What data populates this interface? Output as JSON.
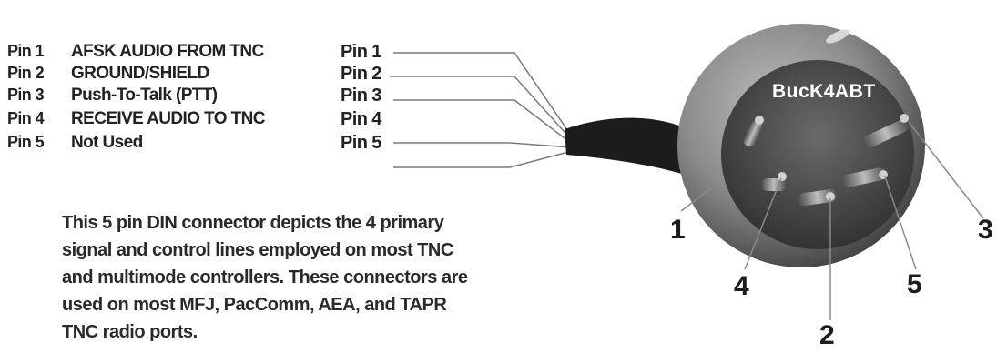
{
  "pins": [
    {
      "label": "Pin 1",
      "description": "AFSK AUDIO FROM TNC",
      "ref": "Pin 1"
    },
    {
      "label": "Pin 2",
      "description": "GROUND/SHIELD",
      "ref": "Pin 2"
    },
    {
      "label": "Pin 3",
      "description": "Push-To-Talk (PTT)",
      "ref": "Pin 3"
    },
    {
      "label": "Pin 4",
      "description": "RECEIVE AUDIO TO TNC",
      "ref": "Pin 4"
    },
    {
      "label": "Pin 5",
      "description": "Not Used",
      "ref": "Pin 5"
    }
  ],
  "description_lines": [
    "This 5 pin DIN connector depicts the 4 primary",
    "signal and control lines employed on most TNC",
    "and multimode controllers.  These connectors are",
    "used on most MFJ, PacComm, AEA, and TAPR",
    "TNC radio ports."
  ],
  "connector": {
    "brand": "BucK4ABT",
    "callouts": [
      "1",
      "2",
      "3",
      "4",
      "5"
    ]
  }
}
